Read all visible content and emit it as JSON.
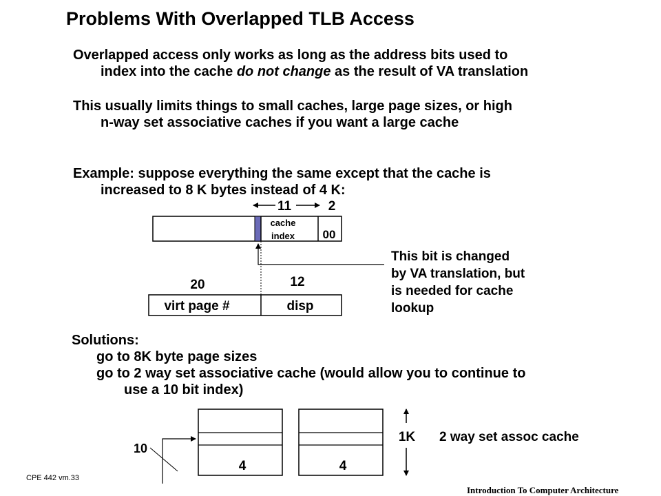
{
  "title": "Problems With Overlapped TLB Access",
  "para1": {
    "line1_a": "Overlapped access only works as long as the address bits used to",
    "line2_a": "index into the cache ",
    "line2_em": "do not change",
    "line2_b": " as the result of VA translation"
  },
  "para2": {
    "line1": "This usually limits things to small caches, large page sizes, or high",
    "line2": "n-way set associative caches if you want a large cache"
  },
  "para3": {
    "line1": "Example:  suppose everything the same except that the cache is",
    "line2": "increased to 8 K bytes instead of 4 K:"
  },
  "address_diagram": {
    "bit_left": "11",
    "bit_right": "2",
    "cache_index_1": "cache",
    "cache_index_2": "index",
    "offset": "00",
    "vpn_bits": "20",
    "disp_bits": "12",
    "vpn_label": "virt page #",
    "disp_label": "disp"
  },
  "note": {
    "line1": "This bit is changed",
    "line2": "by VA translation, but",
    "line3": "is needed for cache",
    "line4": "lookup"
  },
  "solutions": {
    "heading": "Solutions:",
    "item1": "go to 8K byte page sizes",
    "item2_line1": "go to 2 way set associative cache (would allow you to continue to",
    "item2_line2": "use a 10 bit index)"
  },
  "cache_diagram": {
    "index_bits": "10",
    "way1": "4",
    "way2": "4",
    "size": "1K",
    "caption": "2 way set assoc cache"
  },
  "footer": {
    "left": "CPE 442  vm.33",
    "right": "Introduction To Computer Architecture"
  }
}
